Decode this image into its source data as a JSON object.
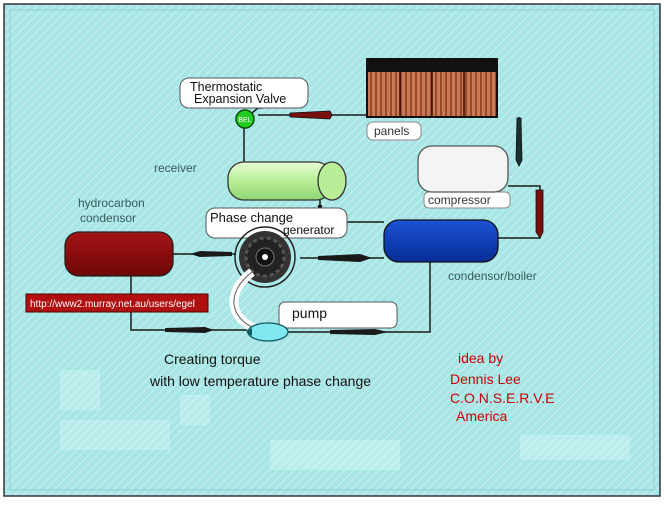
{
  "labels": {
    "thermostatic_valve_line1": "Thermostatic",
    "thermostatic_valve_line2": "Expansion  Valve",
    "valve_symbol": "BEL",
    "panels": "panels",
    "receiver": "receiver",
    "compressor": "compressor",
    "hydrocarbon_line1": "hydrocarbon",
    "hydrocarbon_line2": "condensor",
    "phase_change_line1": "Phase change",
    "phase_change_line2": "generator",
    "condensor_boiler": "condensor/boiler",
    "url": "http://www2.murray.net.au/users/egel",
    "pump": "pump",
    "caption_line1": "Creating torque",
    "caption_line2": "with low temperature phase change",
    "credit_line1": "idea by",
    "credit_line2": "Dennis Lee",
    "credit_line3": "C.O.N.S.E.R.V.E",
    "credit_line4": "America"
  },
  "colors": {
    "background": "#a8e6e6",
    "hatch": "#cdf3f3",
    "condensor_red": "#8e0a0a",
    "boiler_blue": "#0a3db8",
    "receiver_green": "#c8f5b0",
    "panel_brown": "#b55a38",
    "credit_red": "#cc0000",
    "url_bg": "#b01010",
    "pump_cyan": "#7fe8f0"
  }
}
